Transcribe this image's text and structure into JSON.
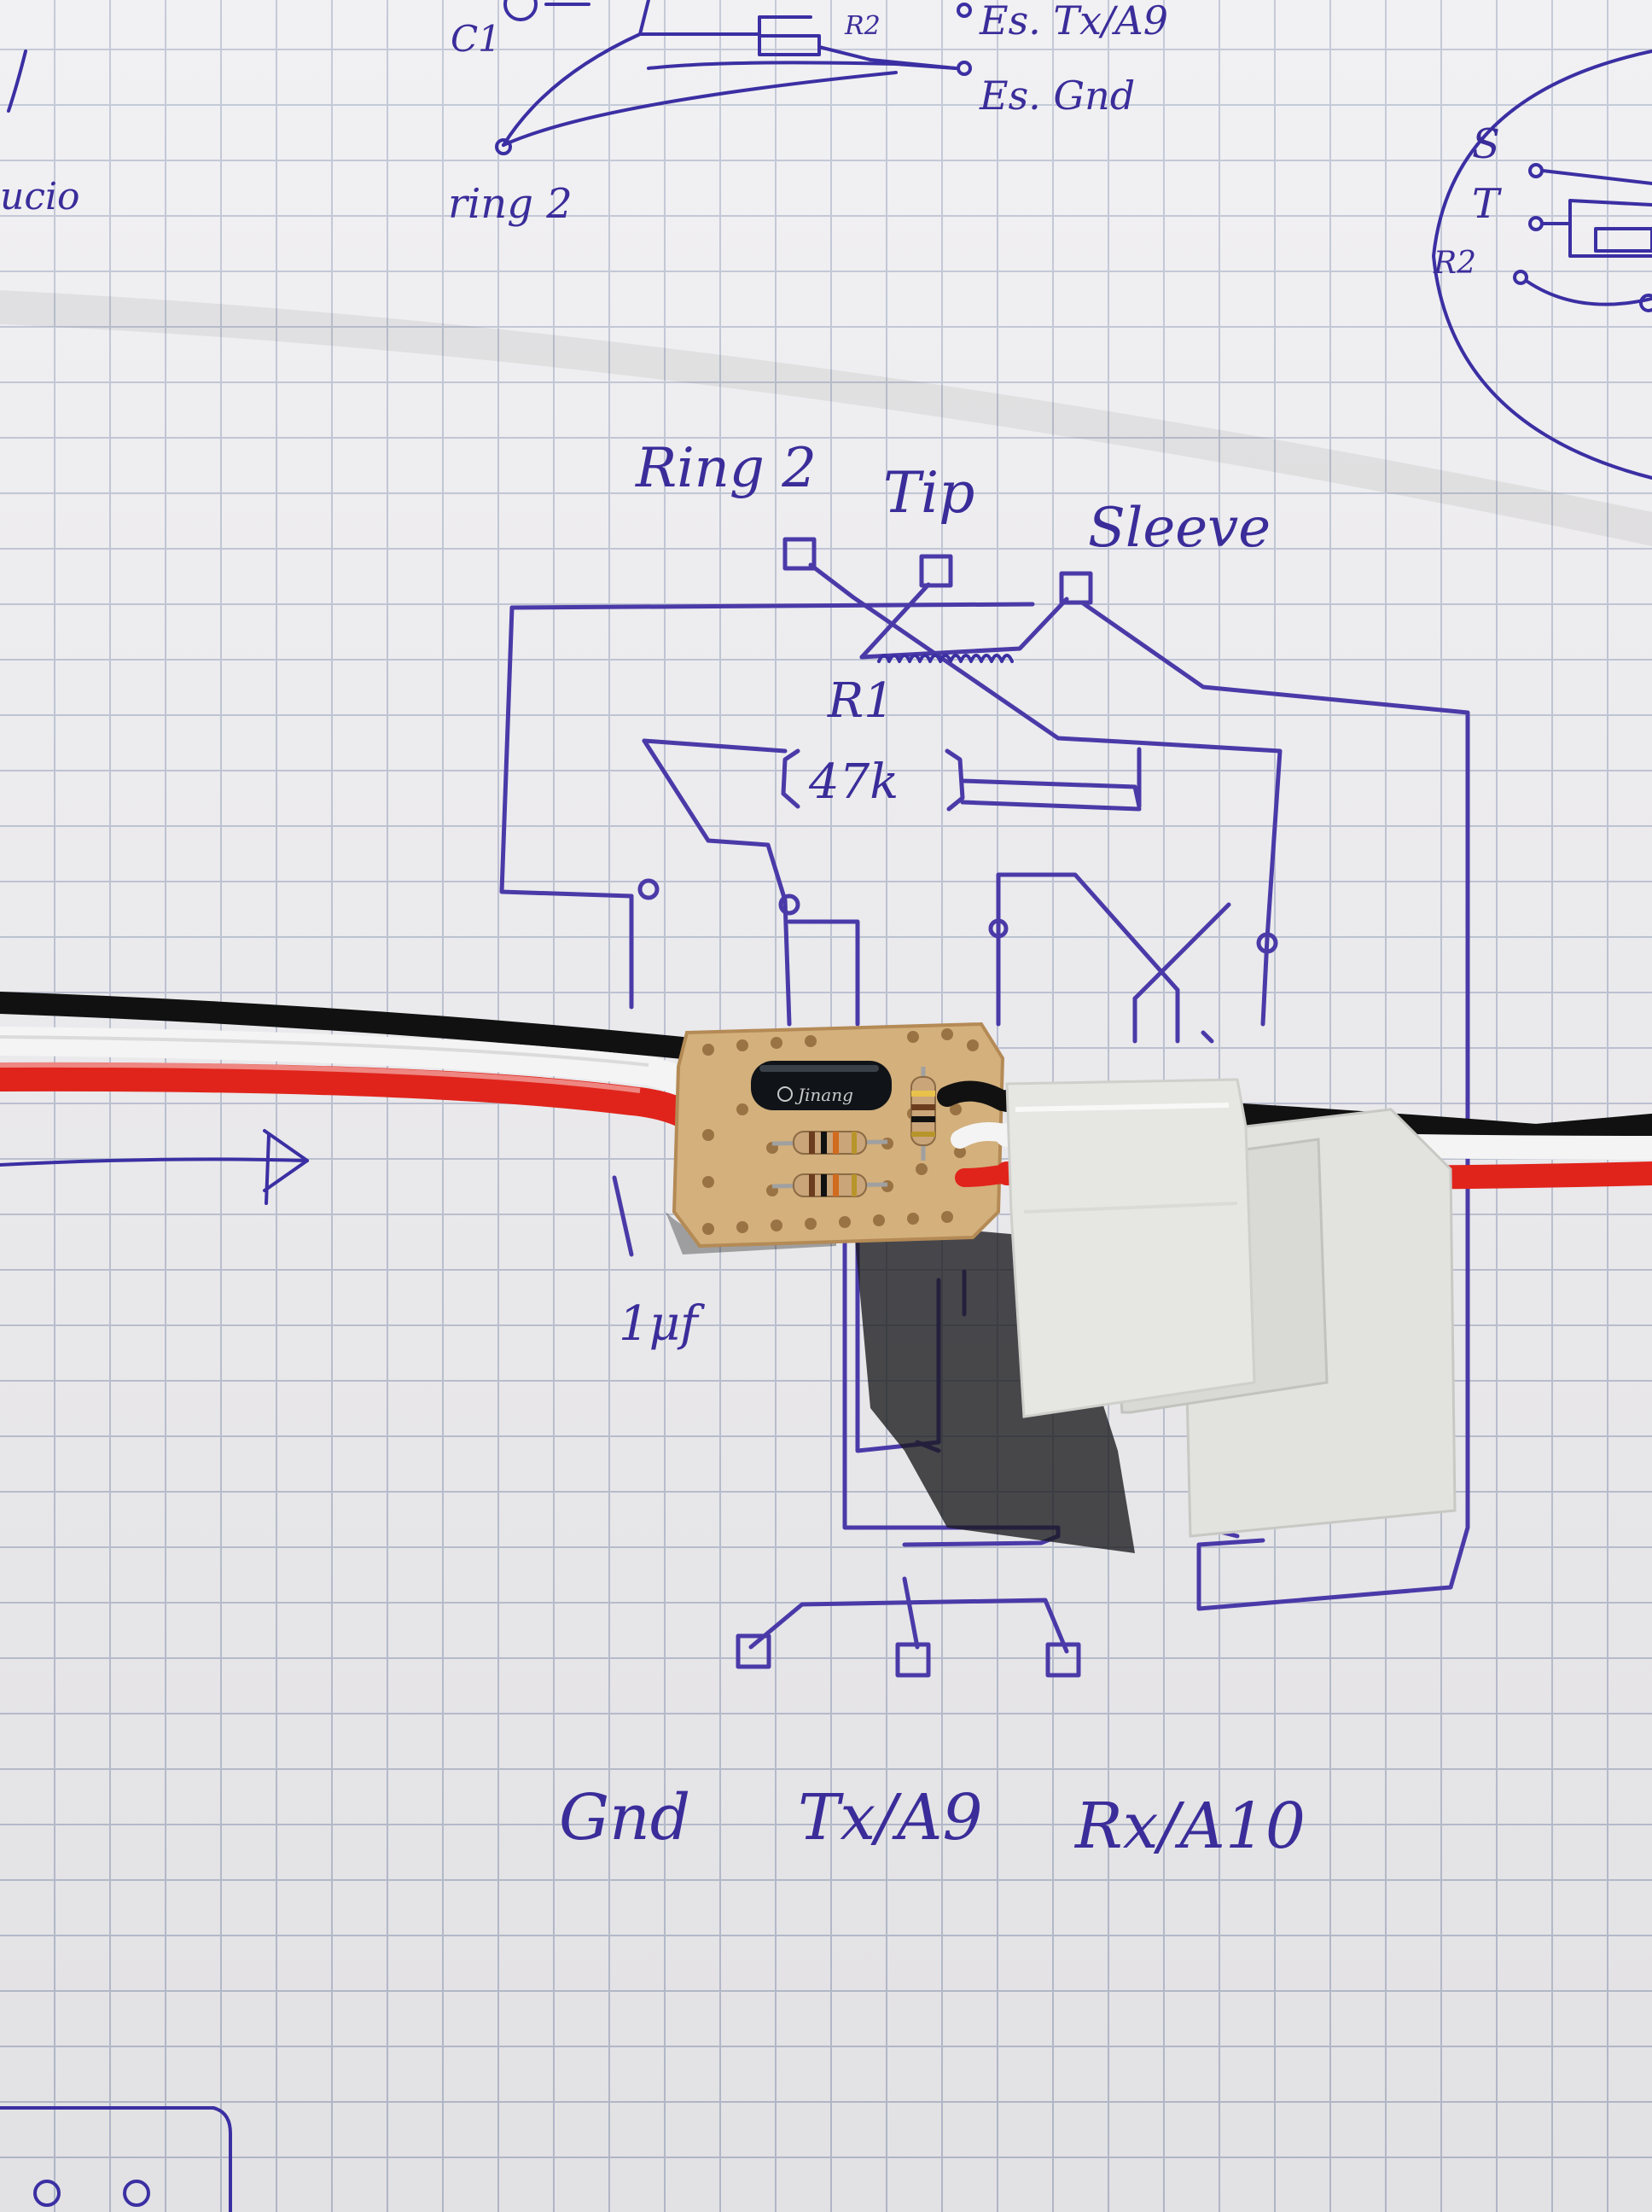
{
  "photo": {
    "description_free": true,
    "colors": {
      "paper": "#eeedf0",
      "grid": "#b9bfd0",
      "ink": "#4a3aa8",
      "board": "#d3b07c",
      "wire_red": "#e0241b",
      "wire_white": "#f4f4f4",
      "wire_black": "#111111",
      "tape": "#e6e6e3"
    }
  },
  "labels": {
    "c1": "C1",
    "r2": "R2",
    "es_tx": "Es. Tx/A9",
    "es_gnd": "Es. Gnd",
    "ring2_top": "ring 2",
    "ucio": "ucio",
    "side_s": "S",
    "side_t": "T",
    "side_r2": "R2",
    "ring2": "Ring 2",
    "tip": "Tip",
    "sleeve": "Sleeve",
    "r1": "R1",
    "r1_value": "47k",
    "cap_value": "1μf",
    "gnd": "Gnd",
    "tx_a9": "Tx/A9",
    "rx_a10": "Rx/A10",
    "cap_brand": "Jinang"
  }
}
